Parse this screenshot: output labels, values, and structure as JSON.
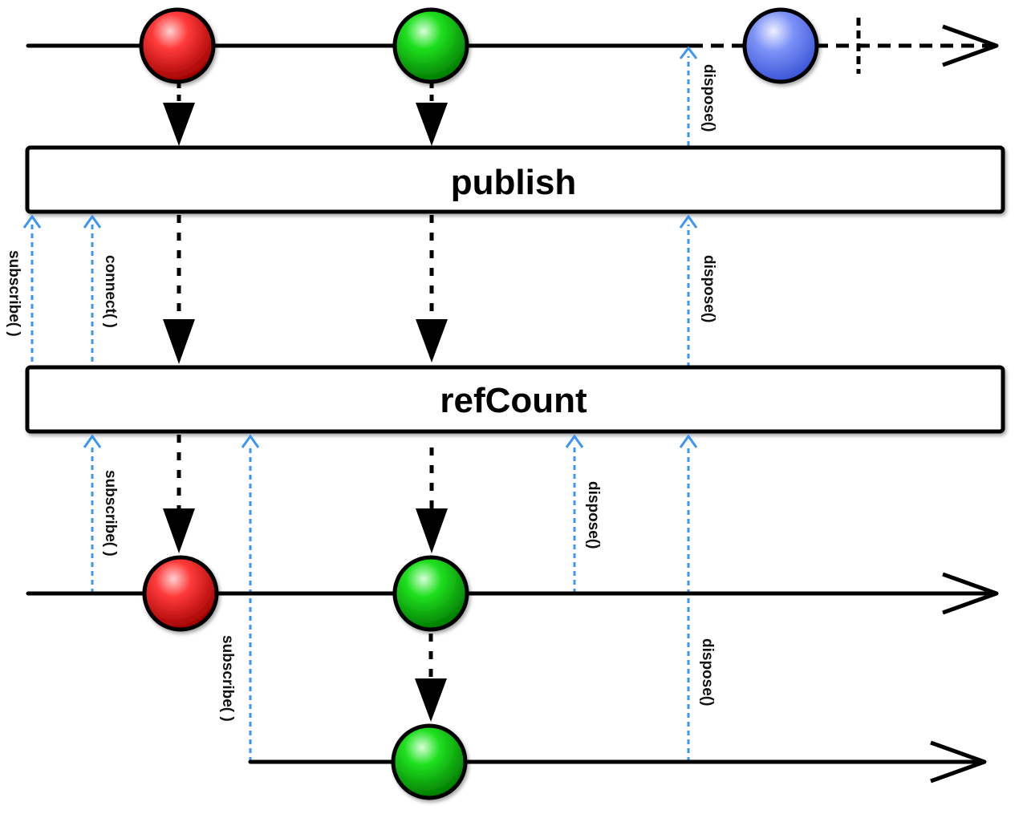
{
  "operators": {
    "publish": "publish",
    "refcount": "refCount"
  },
  "labels": {
    "subscribe_source": "subscribe( )",
    "connect": "connect( )",
    "dispose_source": "dispose()",
    "dispose_publish": "dispose()",
    "subscribe_first": "subscribe( )",
    "dispose_first": "dispose()",
    "subscribe_second": "subscribe( )",
    "dispose_second": "dispose()"
  },
  "colors": {
    "red_marble": "#e81010",
    "green_marble": "#10d010",
    "blue_marble": "#6f86f5",
    "subscription_arrow": "#3d95f2",
    "line": "#000000"
  }
}
